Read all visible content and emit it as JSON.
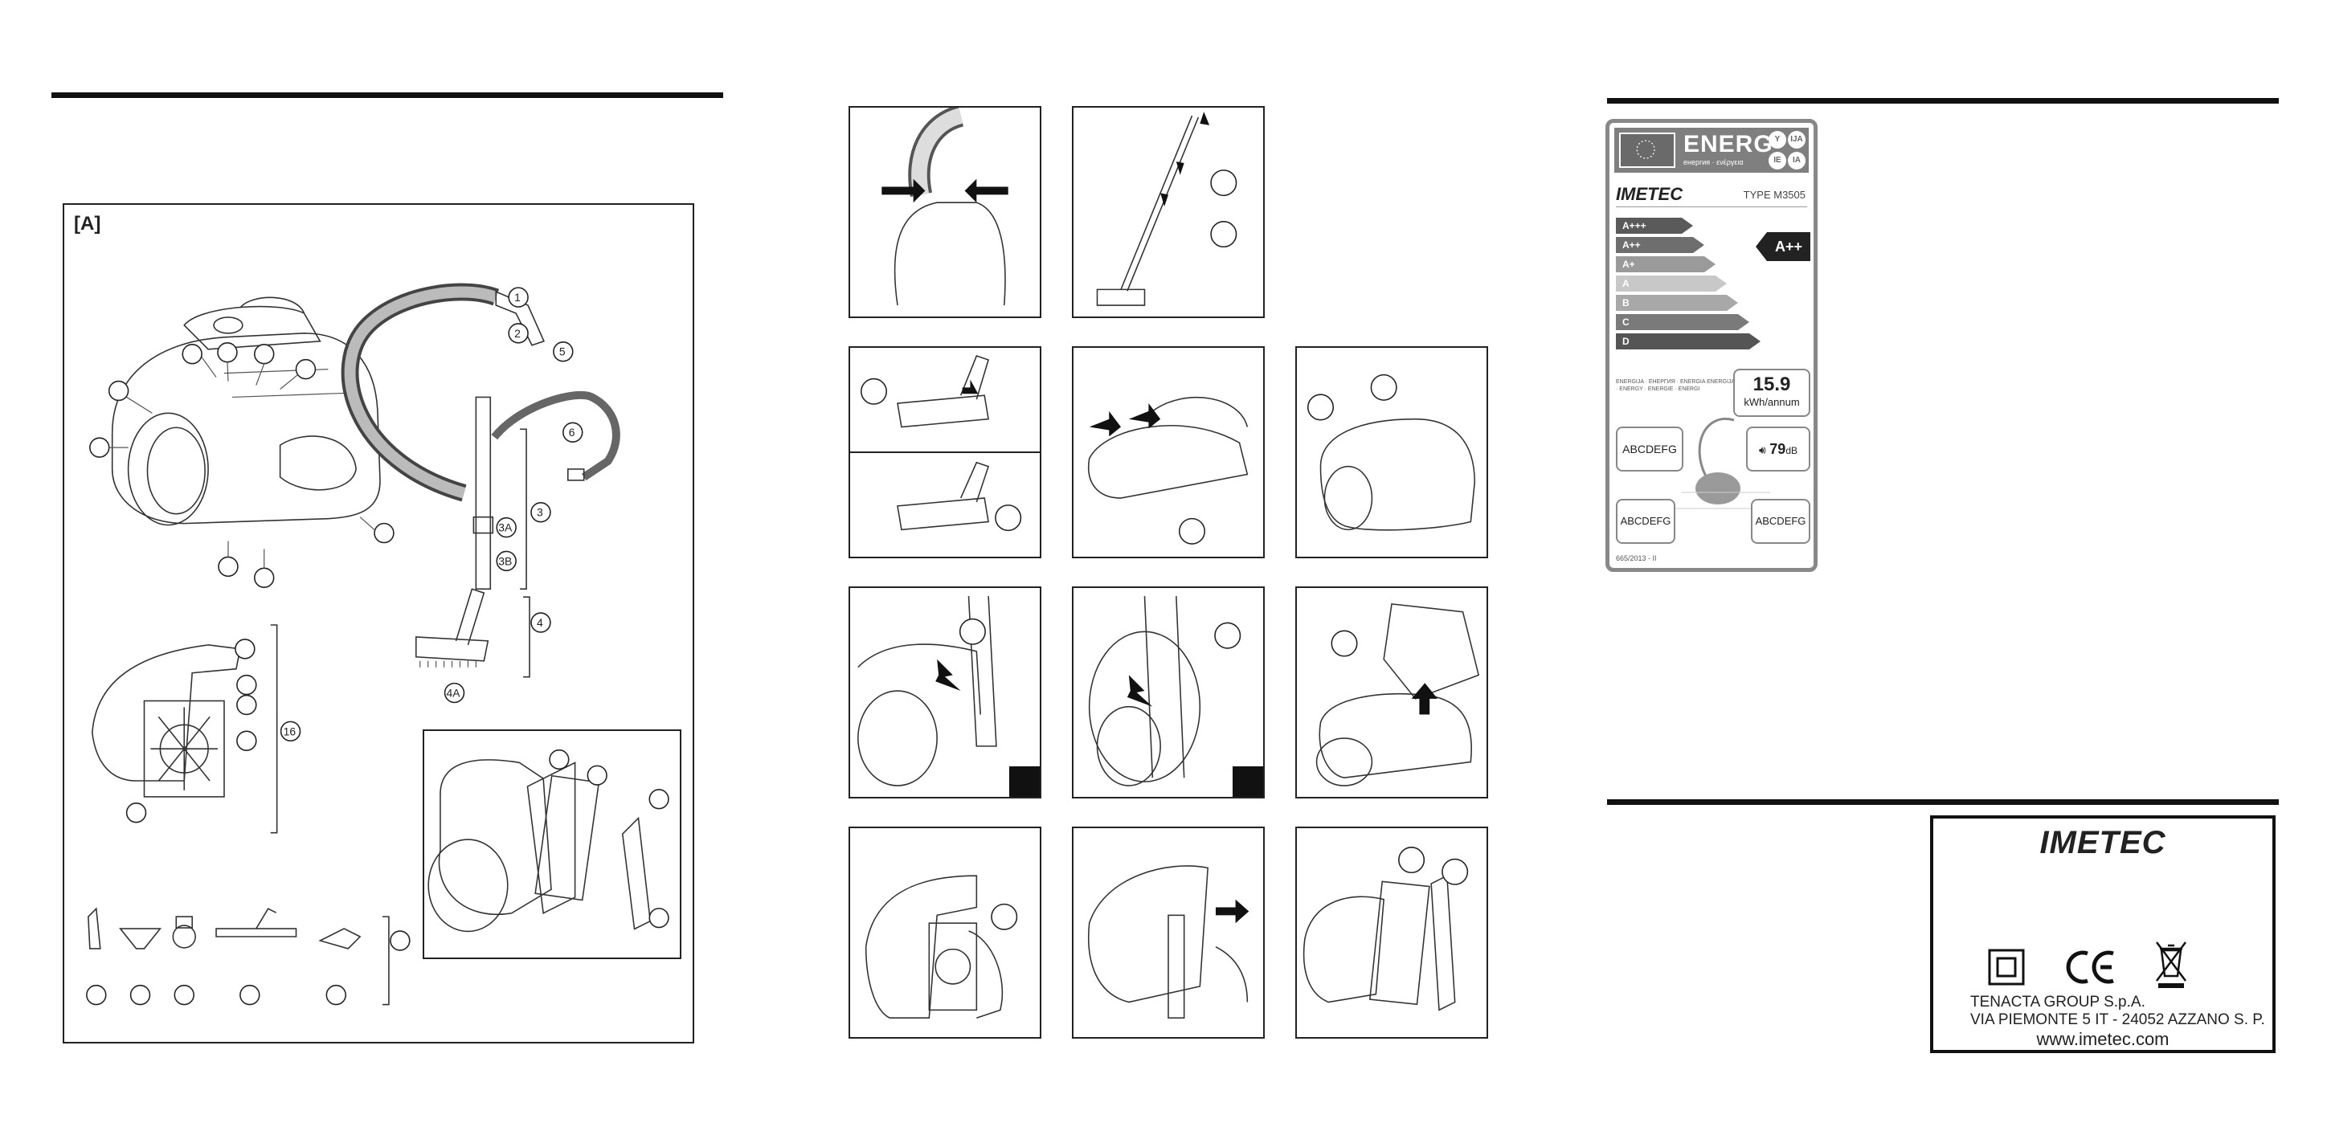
{
  "figure_a": {
    "label": "[A]"
  },
  "callouts": {
    "hose_1": "1",
    "hose_2": "2",
    "tube_3": "3",
    "tube_3a": "3A",
    "tube_3b": "3B",
    "nozzle_4": "4",
    "nozzle_4a": "4A",
    "hose_5": "5",
    "hose_6": "6",
    "filter_16": "16"
  },
  "energy_label": {
    "header": "ENERG",
    "header_sub": "енергия · ενέργεια",
    "dots": [
      "Y",
      "IJA",
      "IE",
      "IA"
    ],
    "brand": "IMETEC",
    "model": "TYPE M3505",
    "classes": [
      "A+++",
      "A++",
      "A+",
      "A",
      "B",
      "C",
      "D"
    ],
    "rating": "A++",
    "energy_lines": "ENERGIJA · ЕНЕРГИЯ · ENERGIA ENERGIJA · ENERGY · ENERGIE · ENERGI",
    "consumption_value": "15.9",
    "consumption_unit": "kWh/annum",
    "noise_value": "79",
    "noise_unit": "dB",
    "scale_text": "ABCDEFG",
    "regulation": "665/2013 - II"
  },
  "brand_box": {
    "logo": "IMETEC",
    "company": "TENACTA GROUP S.p.A.",
    "address": "VIA PIEMONTE 5 IT - 24052 AZZANO S. P.",
    "website": "www.imetec.com"
  },
  "colors": {
    "rule": "#111111",
    "energy_gray_dark": "#7f7f7f",
    "energy_gray_light": "#c8c8c8"
  }
}
